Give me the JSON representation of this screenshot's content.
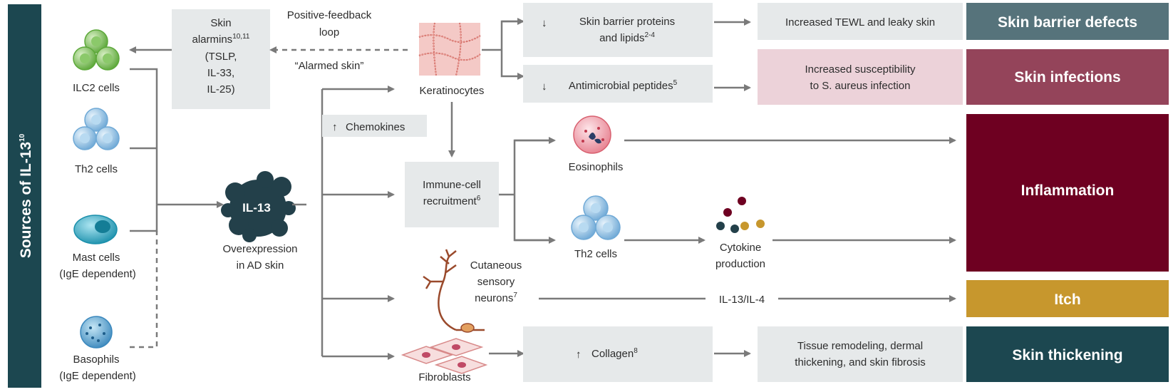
{
  "sidebar": {
    "label": "Sources of IL-13",
    "sup": "10"
  },
  "sources": {
    "ilc2": "ILC2 cells",
    "th2": "Th2 cells",
    "mast_1": "Mast cells",
    "mast_2": "(IgE dependent)",
    "baso_1": "Basophils",
    "baso_2": "(IgE dependent)"
  },
  "il13": {
    "label": "IL-13",
    "caption_1": "Overexpression",
    "caption_2": "in AD skin"
  },
  "alarmins": {
    "line1": "Skin",
    "line2": "alarmins",
    "line2_sup": "10,11",
    "line3": "(TSLP,",
    "line4": "IL-33,",
    "line5": "IL-25)"
  },
  "feedback": {
    "line1": "Positive-feedback",
    "line2": "loop",
    "alarmed": "“Alarmed skin”"
  },
  "keratinocytes": "Keratinocytes",
  "chemokines": {
    "arrow": "↑",
    "label": "Chemokines"
  },
  "barrier": {
    "arrow": "↓",
    "line1": "Skin barrier proteins",
    "line2": "and lipids",
    "sup": "2-4"
  },
  "amp": {
    "arrow": "↓",
    "label": "Antimicrobial peptides",
    "sup": "5"
  },
  "immune": {
    "line1": "Immune-cell",
    "line2": "recruitment",
    "sup": "6"
  },
  "eosinophils": "Eosinophils",
  "th2_mid": "Th2 cells",
  "cytokine": {
    "line1": "Cytokine",
    "line2": "production"
  },
  "neurons": {
    "line1": "Cutaneous",
    "line2": "sensory",
    "line3": "neurons",
    "sup": "7"
  },
  "fibroblasts": "Fibroblasts",
  "collagen": {
    "arrow": "↑",
    "label": "Collagen",
    "sup": "8"
  },
  "il13_il4": "IL-13/IL-4",
  "effects": {
    "tewl": "Increased TEWL and leaky skin",
    "infection_1": "Increased susceptibility",
    "infection_2": "to S. aureus infection",
    "remodel_1": "Tissue remodeling, dermal",
    "remodel_2": "thickening, and skin fibrosis"
  },
  "outcomes": {
    "barrier": "Skin barrier defects",
    "infections": "Skin infections",
    "inflammation": "Inflammation",
    "itch": "Itch",
    "thickening": "Skin thickening"
  },
  "colors": {
    "sidebar": "#1c4750",
    "barrier": "#56737b",
    "infections": "#94445a",
    "inflammation": "#6e0021",
    "itch": "#c7972d",
    "thickening": "#1c4750",
    "grey_box": "#e6e9ea",
    "pink_box": "#ecd2d9",
    "cell_green": "#7cbd5a",
    "cell_blue": "#8ec2e6",
    "mast_teal": "#27a6c0",
    "il13_dark": "#23404a"
  }
}
